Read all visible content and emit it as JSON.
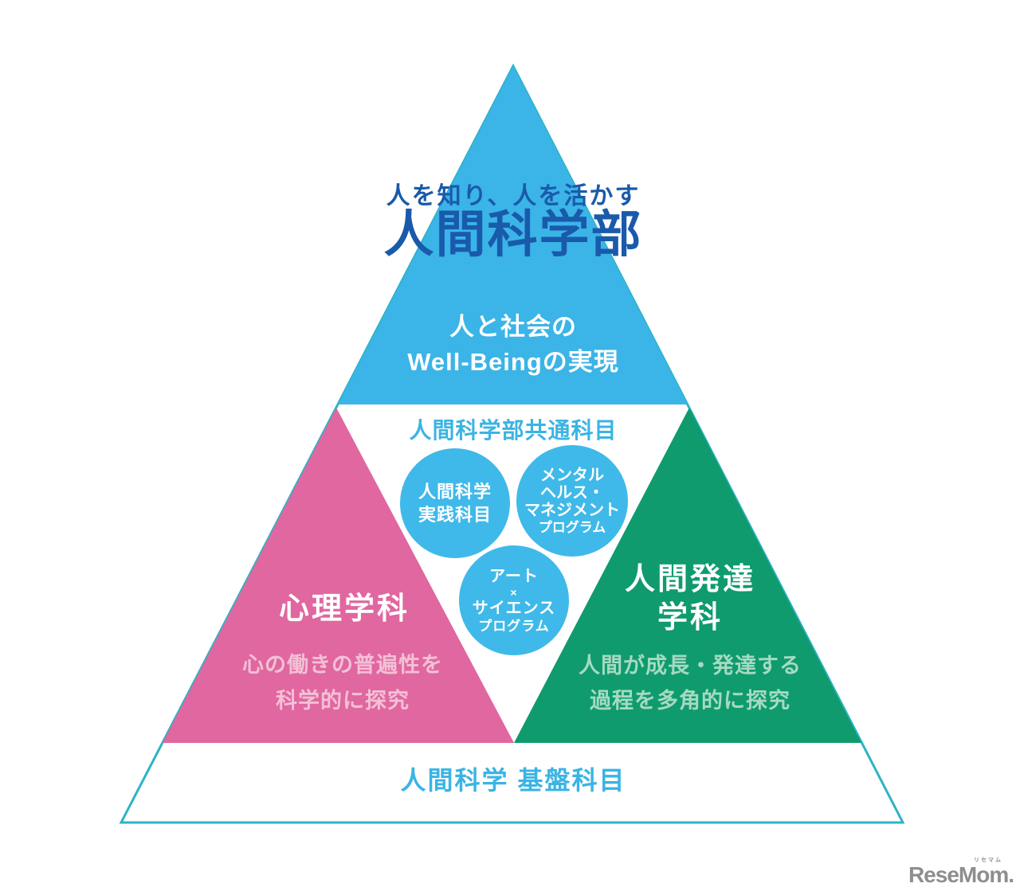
{
  "colors": {
    "light_blue": "#3bb4e7",
    "circle_blue": "#3fb9e9",
    "dark_blue": "#1a5aab",
    "heading_blue": "#3ab4e4",
    "pink": "#e0679f",
    "pink_light_text": "#f3c0d6",
    "green": "#0f9b6e",
    "green_light_text": "#a5dac2",
    "teal_outline": "#2db3c7",
    "logo_gray": "#8e8e8e"
  },
  "apex": {
    "tagline": "人を知り、人を活かす",
    "title": "人間科学部",
    "subtitle": [
      "人と社会の",
      "Well-Beingの実現"
    ]
  },
  "common": {
    "title": "人間科学部共通科目",
    "circles": [
      {
        "name": "practice",
        "lines": [
          "人間科学",
          "実践科目"
        ]
      },
      {
        "name": "mental-health",
        "lines": [
          "メンタル",
          "ヘルス・",
          "マネジメント",
          "プログラム"
        ]
      },
      {
        "name": "art-science",
        "lines": [
          "アート",
          "×",
          "サイエンス",
          "プログラム"
        ]
      }
    ]
  },
  "left_section": {
    "title": "心理学科",
    "desc": [
      "心の働きの普遍性を",
      "科学的に探究"
    ]
  },
  "right_section": {
    "title": [
      "人間発達",
      "学科"
    ],
    "desc": [
      "人間が成長・発達する",
      "過程を多角的に探究"
    ]
  },
  "base_section": {
    "title": "人間科学 基盤科目"
  },
  "logo": {
    "ruby": "リセマム",
    "text": "ReseMom."
  }
}
